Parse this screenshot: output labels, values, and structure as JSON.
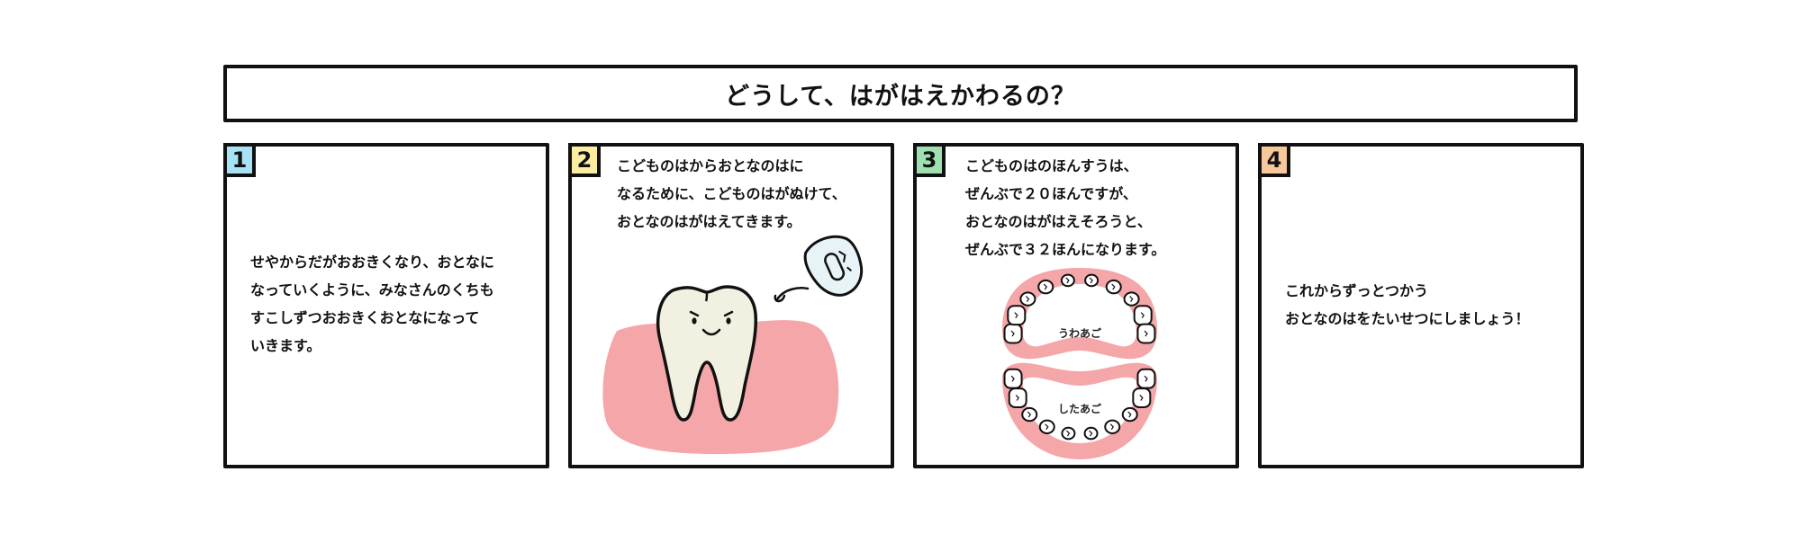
{
  "title": "どうして、はがはえかわるの？",
  "colors": {
    "badge1": "#a8e3f5",
    "badge2": "#fbeea0",
    "badge3": "#9fe0b0",
    "badge4": "#f8c89a",
    "gum": "#f4a6a9",
    "tooth": "#f2f1e1",
    "stroke": "#111111"
  },
  "panels": [
    {
      "number": "1",
      "lines": [
        "せやからだがおおきくなり、おとなに",
        "なっていくように、みなさんのくちも",
        "すこしずつおおきくおとなになって",
        "いきます。"
      ]
    },
    {
      "number": "2",
      "lines": [
        "こどものはからおとなのはに",
        "なるために、こどものはがぬけて、",
        "おとなのはがはえてきます。"
      ]
    },
    {
      "number": "3",
      "lines": [
        "こどものはのほんすうは、",
        "ぜんぶで２０ほんですが、",
        "おとなのはがはえそろうと、",
        "ぜんぶで３２ほんになります。"
      ],
      "upper_label": "うわあご",
      "lower_label": "したあご"
    },
    {
      "number": "4",
      "lines": [
        "これからずっとつかう",
        "おとなのはをたいせつにしましょう！"
      ]
    }
  ]
}
